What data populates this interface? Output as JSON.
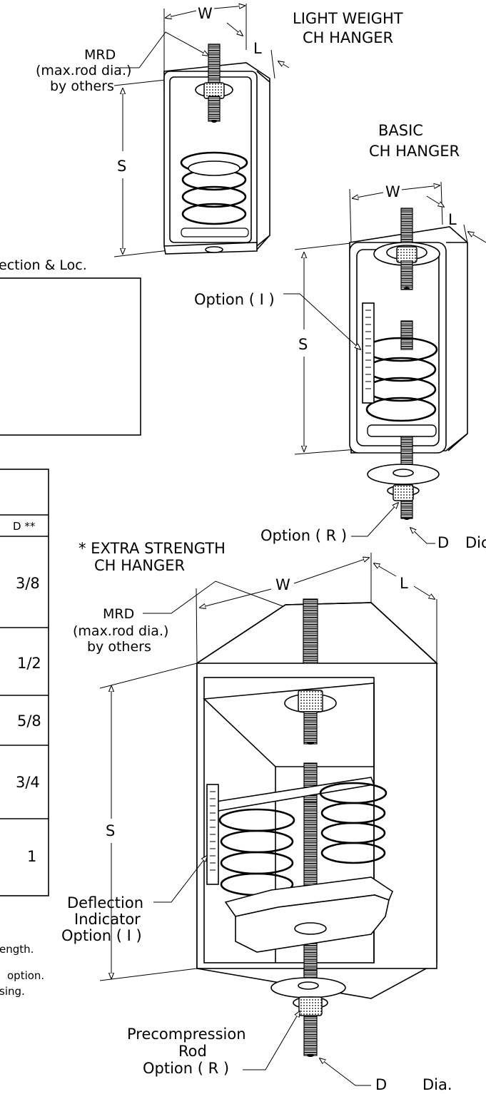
{
  "light_hanger": {
    "title_line1": "LIGHT WEIGHT",
    "title_line2": "CH HANGER",
    "dim_w": "W",
    "dim_l": "L",
    "dim_s": "S",
    "mrd_line1": "MRD",
    "mrd_line2": "(max.rod dia.)",
    "mrd_line3": "by others"
  },
  "basic_hanger": {
    "title_line1": "BASIC",
    "title_line2": "CH HANGER",
    "dim_w": "W",
    "dim_l": "L",
    "dim_s": "S",
    "option_i": "Option ( I )",
    "option_r": "Option ( R )",
    "d_dia": "D",
    "d_dia_suffix": "Dic"
  },
  "extra_hanger": {
    "title_line1": "* EXTRA STRENGTH",
    "title_line2": "CH HANGER",
    "dim_w": "W",
    "dim_l": "L",
    "dim_s": "S",
    "mrd_line1": "MRD",
    "mrd_line2": "(max.rod dia.)",
    "mrd_line3": "by others",
    "defl_line1": "Deflection",
    "defl_line2": "Indicator",
    "defl_line3": "Option ( I )",
    "precomp_line1": "Precompression",
    "precomp_line2": "Rod",
    "precomp_line3": "Option ( R )",
    "d_dia": "D",
    "d_dia_suffix": "Dia."
  },
  "left_fragments": {
    "caption": "ection & Loc.",
    "table_header_mrd": "D **",
    "rows": [
      "3/8",
      "1/2",
      "5/8",
      "3/4",
      "1"
    ],
    "note1": "ength.",
    "note2": "option.",
    "note3": "sing."
  }
}
